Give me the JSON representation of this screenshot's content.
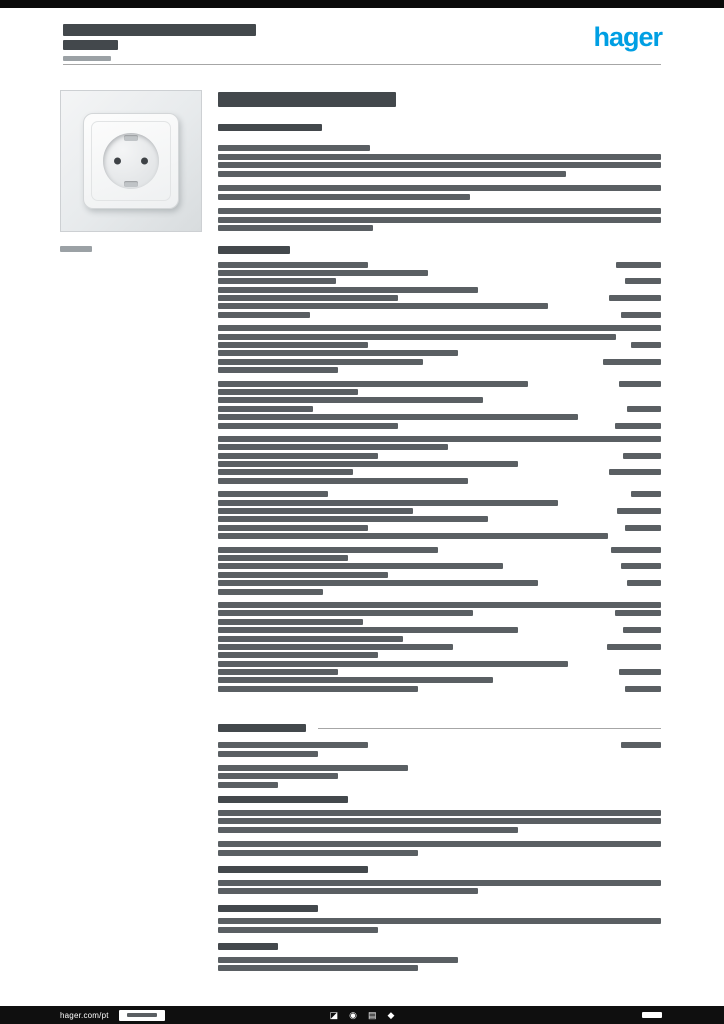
{
  "brand": {
    "logo_text": "hager",
    "logo_color": "#009FE3"
  },
  "header": {
    "title_bars": [
      {
        "w": 193,
        "h": 12,
        "s": "dark",
        "mb": 4
      },
      {
        "w": 55,
        "h": 10,
        "s": "dark",
        "mb": 6
      },
      {
        "w": 48,
        "h": 5,
        "s": "light",
        "mb": 0
      }
    ]
  },
  "product": {
    "caption_bar": {
      "w": 32,
      "h": 6,
      "s": "light"
    }
  },
  "main": {
    "blocks": [
      {
        "t": "bar",
        "w": 178,
        "h": 15,
        "s": "dark"
      },
      {
        "t": "gap",
        "h": 14
      },
      {
        "t": "bar",
        "w": 104,
        "h": 7,
        "s": "dark"
      },
      {
        "t": "gap",
        "h": 12
      },
      {
        "t": "para",
        "lines": [
          152,
          443,
          443,
          348
        ]
      },
      {
        "t": "gap",
        "h": 6
      },
      {
        "t": "para",
        "lines": [
          443,
          252
        ]
      },
      {
        "t": "gap",
        "h": 6
      },
      {
        "t": "para",
        "lines": [
          443,
          443,
          155
        ]
      },
      {
        "t": "gap",
        "h": 12
      },
      {
        "t": "heading",
        "w": 72,
        "rule": false
      },
      {
        "t": "gap",
        "h": 8
      },
      {
        "t": "spec",
        "l": 150,
        "v": 45
      },
      {
        "t": "spec",
        "l": 210,
        "v": 0
      },
      {
        "t": "spec",
        "l": 118,
        "v": 36
      },
      {
        "t": "spec",
        "l": 260,
        "v": 0
      },
      {
        "t": "spec",
        "l": 180,
        "v": 52
      },
      {
        "t": "spec",
        "l": 330,
        "v": 0
      },
      {
        "t": "spec",
        "l": 92,
        "v": 40
      },
      {
        "t": "gap",
        "h": 5
      },
      {
        "t": "spec",
        "l": 443,
        "v": 0
      },
      {
        "t": "spec",
        "l": 398,
        "v": 0
      },
      {
        "t": "spec",
        "l": 150,
        "v": 30
      },
      {
        "t": "spec",
        "l": 240,
        "v": 0
      },
      {
        "t": "spec",
        "l": 205,
        "v": 58
      },
      {
        "t": "spec",
        "l": 120,
        "v": 0
      },
      {
        "t": "gap",
        "h": 5
      },
      {
        "t": "spec",
        "l": 310,
        "v": 42
      },
      {
        "t": "spec",
        "l": 140,
        "v": 0
      },
      {
        "t": "spec",
        "l": 265,
        "v": 0
      },
      {
        "t": "spec",
        "l": 95,
        "v": 34
      },
      {
        "t": "spec",
        "l": 360,
        "v": 0
      },
      {
        "t": "spec",
        "l": 180,
        "v": 46
      },
      {
        "t": "gap",
        "h": 5
      },
      {
        "t": "spec",
        "l": 443,
        "v": 0
      },
      {
        "t": "spec",
        "l": 230,
        "v": 0
      },
      {
        "t": "spec",
        "l": 160,
        "v": 38
      },
      {
        "t": "spec",
        "l": 300,
        "v": 0
      },
      {
        "t": "spec",
        "l": 135,
        "v": 52
      },
      {
        "t": "spec",
        "l": 250,
        "v": 0
      },
      {
        "t": "gap",
        "h": 5
      },
      {
        "t": "spec",
        "l": 110,
        "v": 30
      },
      {
        "t": "spec",
        "l": 340,
        "v": 0
      },
      {
        "t": "spec",
        "l": 195,
        "v": 44
      },
      {
        "t": "spec",
        "l": 270,
        "v": 0
      },
      {
        "t": "spec",
        "l": 150,
        "v": 36
      },
      {
        "t": "spec",
        "l": 390,
        "v": 0
      },
      {
        "t": "gap",
        "h": 5
      },
      {
        "t": "spec",
        "l": 220,
        "v": 50
      },
      {
        "t": "spec",
        "l": 130,
        "v": 0
      },
      {
        "t": "spec",
        "l": 285,
        "v": 40
      },
      {
        "t": "spec",
        "l": 170,
        "v": 0
      },
      {
        "t": "spec",
        "l": 320,
        "v": 34
      },
      {
        "t": "spec",
        "l": 105,
        "v": 0
      },
      {
        "t": "gap",
        "h": 5
      },
      {
        "t": "spec",
        "l": 443,
        "v": 0
      },
      {
        "t": "spec",
        "l": 255,
        "v": 46
      },
      {
        "t": "spec",
        "l": 145,
        "v": 0
      },
      {
        "t": "spec",
        "l": 300,
        "v": 38
      },
      {
        "t": "spec",
        "l": 185,
        "v": 0
      },
      {
        "t": "spec",
        "l": 235,
        "v": 54
      },
      {
        "t": "spec",
        "l": 160,
        "v": 0
      },
      {
        "t": "spec",
        "l": 350,
        "v": 0
      },
      {
        "t": "spec",
        "l": 120,
        "v": 42
      },
      {
        "t": "spec",
        "l": 275,
        "v": 0
      },
      {
        "t": "spec",
        "l": 200,
        "v": 36
      },
      {
        "t": "gap",
        "h": 30
      },
      {
        "t": "heading",
        "w": 88,
        "rule": true
      },
      {
        "t": "gap",
        "h": 10
      },
      {
        "t": "spec",
        "l": 150,
        "v": 40
      },
      {
        "t": "spec",
        "l": 100,
        "v": 0
      },
      {
        "t": "gap",
        "h": 6
      },
      {
        "t": "spec",
        "l": 190,
        "v": 0
      },
      {
        "t": "spec",
        "l": 120,
        "v": 0
      },
      {
        "t": "spec",
        "l": 60,
        "v": 0
      },
      {
        "t": "gap",
        "h": 6
      },
      {
        "t": "bar",
        "w": 130,
        "h": 7,
        "s": "dark"
      },
      {
        "t": "gap",
        "h": 4
      },
      {
        "t": "para",
        "lines": [
          443,
          443,
          300
        ]
      },
      {
        "t": "gap",
        "h": 6
      },
      {
        "t": "para",
        "lines": [
          443,
          200
        ]
      },
      {
        "t": "gap",
        "h": 8
      },
      {
        "t": "bar",
        "w": 150,
        "h": 7,
        "s": "dark"
      },
      {
        "t": "gap",
        "h": 4
      },
      {
        "t": "para",
        "lines": [
          443,
          260
        ]
      },
      {
        "t": "gap",
        "h": 8
      },
      {
        "t": "bar",
        "w": 100,
        "h": 7,
        "s": "dark"
      },
      {
        "t": "gap",
        "h": 4
      },
      {
        "t": "para",
        "lines": [
          443,
          160
        ]
      },
      {
        "t": "gap",
        "h": 8
      },
      {
        "t": "bar",
        "w": 60,
        "h": 7,
        "s": "dark"
      },
      {
        "t": "gap",
        "h": 4
      },
      {
        "t": "spec",
        "l": 240,
        "v": 0
      },
      {
        "t": "spec",
        "l": 200,
        "v": 0
      }
    ]
  },
  "footer": {
    "website": "hager.com/pt",
    "icons": [
      "◪",
      "◉",
      "▤",
      "◆"
    ],
    "page_bar": {
      "w": 20,
      "h": 6
    }
  }
}
